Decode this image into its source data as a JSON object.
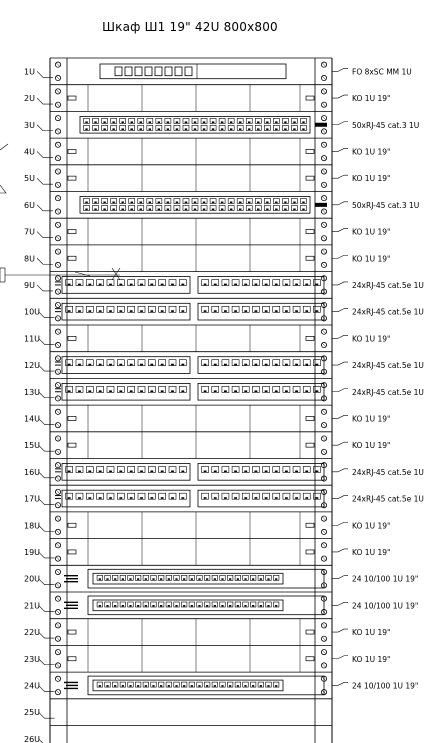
{
  "title": "Шкаф Ш1 19\" 42U 800x800",
  "units": [
    {
      "u": "1U",
      "type": "fo",
      "label": "FO 8xSC MM 1U"
    },
    {
      "u": "2U",
      "type": "organizer",
      "label": "KO 1U 19\""
    },
    {
      "u": "3U",
      "type": "patch50",
      "label": "50xRJ-45 cat.3 1U"
    },
    {
      "u": "4U",
      "type": "organizer",
      "label": "KO 1U 19\""
    },
    {
      "u": "5U",
      "type": "organizer",
      "label": "KO 1U 19\""
    },
    {
      "u": "6U",
      "type": "patch50",
      "label": "50xRJ-45 cat.3 1U"
    },
    {
      "u": "7U",
      "type": "organizer",
      "label": "KO 1U 19\""
    },
    {
      "u": "8U",
      "type": "organizer",
      "label": "KO 1U 19\""
    },
    {
      "u": "9U",
      "type": "patch24",
      "label": "24xRJ-45 cat.5e 1U"
    },
    {
      "u": "10U",
      "type": "patch24",
      "label": "24xRJ-45 cat.5e 1U"
    },
    {
      "u": "11U",
      "type": "organizer",
      "label": "KO 1U 19\""
    },
    {
      "u": "12U",
      "type": "patch24",
      "label": "24xRJ-45 cat.5e 1U"
    },
    {
      "u": "13U",
      "type": "patch24",
      "label": "24xRJ-45 cat.5e 1U"
    },
    {
      "u": "14U",
      "type": "organizer",
      "label": "KO 1U 19\""
    },
    {
      "u": "15U",
      "type": "organizer",
      "label": "KO 1U 19\""
    },
    {
      "u": "16U",
      "type": "patch24",
      "label": "24xRJ-45 cat.5e 1U"
    },
    {
      "u": "17U",
      "type": "patch24",
      "label": "24xRJ-45 cat.5e 1U"
    },
    {
      "u": "18U",
      "type": "organizer",
      "label": "KO 1U 19\""
    },
    {
      "u": "19U",
      "type": "organizer",
      "label": "KO 1U 19\""
    },
    {
      "u": "20U",
      "type": "switch",
      "label": "24 10/100 1U 19\""
    },
    {
      "u": "21U",
      "type": "switch",
      "label": "24 10/100 1U 19\""
    },
    {
      "u": "22U",
      "type": "organizer",
      "label": "KO 1U 19\""
    },
    {
      "u": "23U",
      "type": "organizer",
      "label": "KO 1U 19\""
    },
    {
      "u": "24U",
      "type": "switch",
      "label": "24 10/100 1U 19\""
    },
    {
      "u": "25U",
      "type": "empty",
      "label": ""
    },
    {
      "u": "26U",
      "type": "empty",
      "label": ""
    }
  ]
}
